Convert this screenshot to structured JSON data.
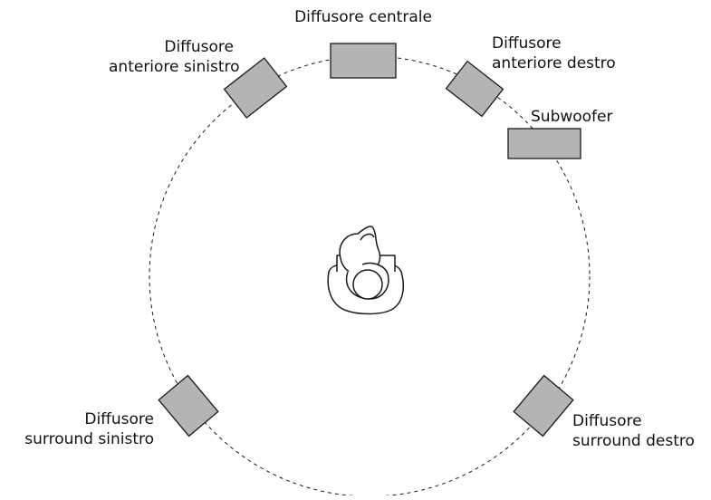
{
  "colors": {
    "speaker_fill": "#b4b4b6",
    "stroke": "#1a1a1a",
    "background": "#ffffff"
  },
  "labels": {
    "center": [
      "Diffusore centrale"
    ],
    "front_left": [
      "Diffusore",
      "anteriore sinistro"
    ],
    "front_right": [
      "Diffusore",
      "anteriore destro"
    ],
    "subwoofer": [
      "Subwoofer"
    ],
    "surround_left": [
      "Diffusore",
      "surround sinistro"
    ],
    "surround_right": [
      "Diffusore",
      "surround destro"
    ]
  },
  "icons": {
    "listener": "person-in-armchair-icon",
    "layout_circle": "dashed-circle"
  }
}
